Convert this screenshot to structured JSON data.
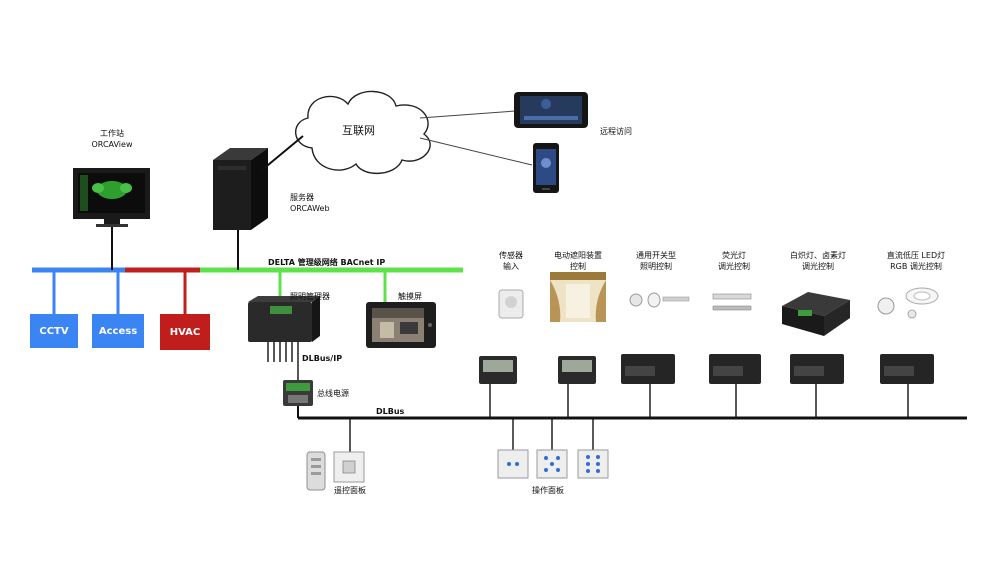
{
  "colors": {
    "blue": "#3b84f3",
    "red": "#c01d1d",
    "green": "#5ee24a",
    "bus_black": "#111111"
  },
  "workstation": {
    "line1": "工作站",
    "line2": "ORCAView"
  },
  "server": {
    "line1": "服务器",
    "line2": "ORCAWeb"
  },
  "cloud": {
    "label": "互联网"
  },
  "remote_access": {
    "label": "远程访问"
  },
  "network": {
    "label": "DELTA 管理级网络 BACnet IP"
  },
  "subsystems": {
    "cctv": "CCTV",
    "access": "Access",
    "hvac": "HVAC"
  },
  "lighting_manager": {
    "label": "照明管理器"
  },
  "touch_screen": {
    "label": "触摸屏"
  },
  "dlbus_ip": {
    "label": "DLBus/IP"
  },
  "bus_power": {
    "label": "总线电源"
  },
  "dlbus": {
    "label": "DLBus"
  },
  "remote_panel": {
    "label": "遥控面板"
  },
  "operation_panel": {
    "label": "操作面板"
  },
  "field_devices": [
    {
      "line1": "传感器",
      "line2": "输入"
    },
    {
      "line1": "电动遮阳装置",
      "line2": "控制"
    },
    {
      "line1": "通用开关型",
      "line2": "照明控制"
    },
    {
      "line1": "荧光灯",
      "line2": "调光控制"
    },
    {
      "line1": "白炽灯、卤素灯",
      "line2": "调光控制"
    },
    {
      "line1": "直流低压 LED灯",
      "line2": "RGB 调光控制"
    }
  ]
}
